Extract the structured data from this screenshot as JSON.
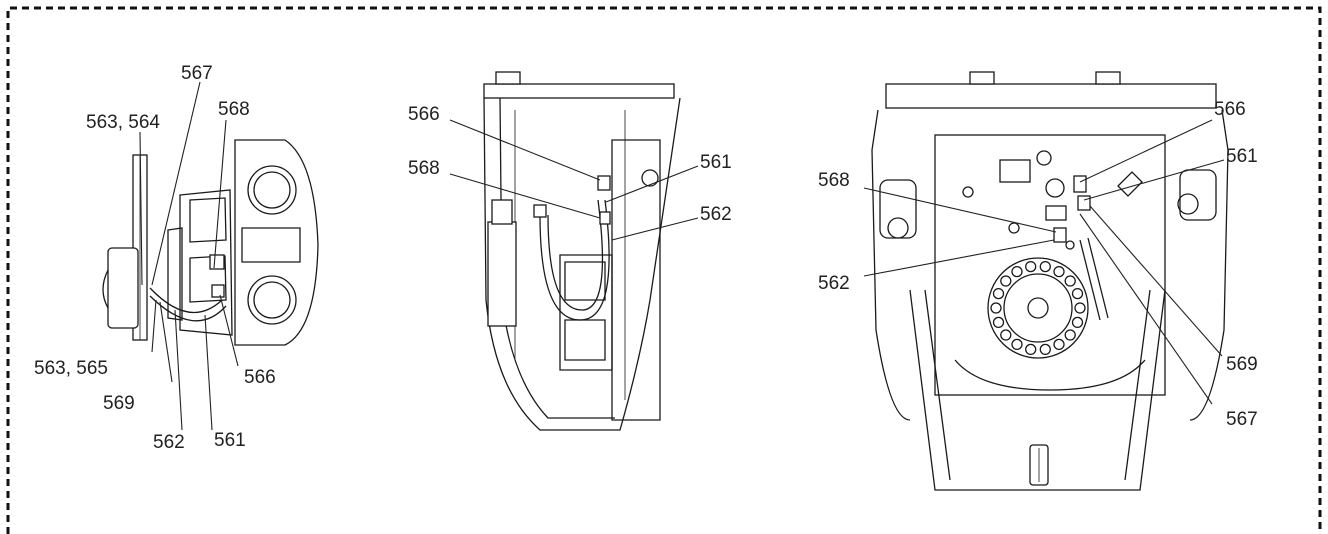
{
  "colors": {
    "line": "#1a1a1a",
    "text": "#222222",
    "background": "#ffffff"
  },
  "views": [
    {
      "id": "left",
      "callouts": [
        "567",
        "563, 564",
        "568",
        "563, 565",
        "569",
        "562",
        "561",
        "566"
      ]
    },
    {
      "id": "middle",
      "callouts": [
        "566",
        "568",
        "561",
        "562"
      ]
    },
    {
      "id": "right",
      "callouts": [
        "566",
        "561",
        "568",
        "562",
        "569",
        "567"
      ]
    }
  ]
}
